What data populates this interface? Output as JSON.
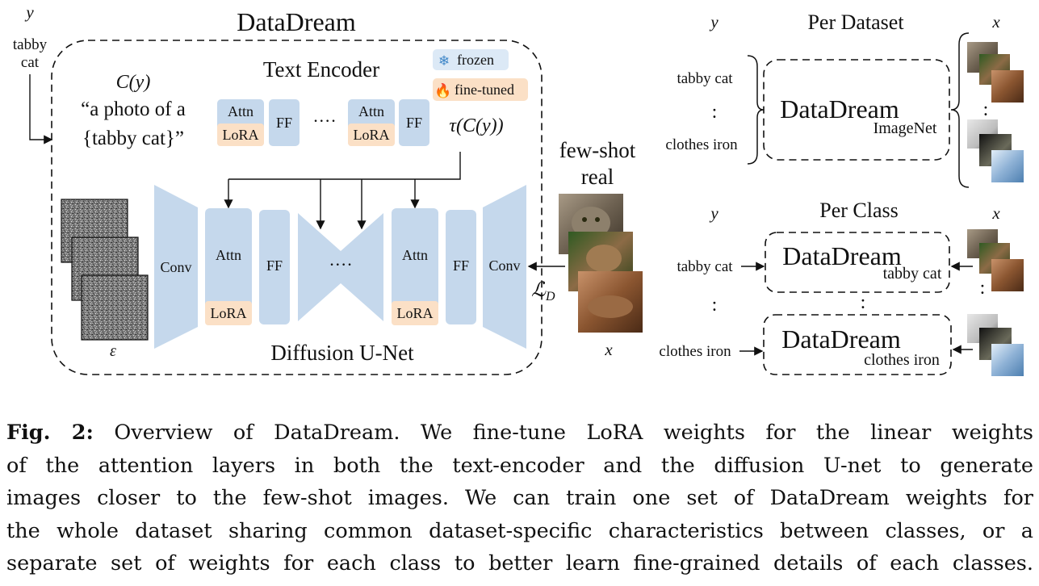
{
  "figure": {
    "title": "DataDream",
    "y_label": "y",
    "y_input": [
      "tabby",
      "cat"
    ],
    "cy": "C(y)",
    "prompt_line1": "“a photo of a",
    "prompt_line2": "{tabby cat}”",
    "text_encoder_title": "Text Encoder",
    "legend_frozen": "frozen",
    "legend_finetuned": "fine-tuned",
    "attn": "Attn",
    "lora": "LoRA",
    "ff": "FF",
    "ellipsis": "····",
    "tau": "τ(C(y))",
    "conv": "Conv",
    "unet_title": "Diffusion U-Net",
    "epsilon": "ε",
    "few_shot_line1": "few-shot",
    "few_shot_line2": "real",
    "loss": "ℒ",
    "loss_sub": "D",
    "x_label": "x",
    "per_dataset_title": "Per Dataset",
    "per_class_title": "Per Class",
    "class_tabby": "tabby cat",
    "class_iron": "clothes iron",
    "colon": ":",
    "dd_name": "DataDream",
    "dd_imagenet": "ImageNet",
    "dd_tabby": "tabby cat",
    "dd_iron": "clothes iron"
  },
  "caption": {
    "label": "Fig. 2:",
    "lines": [
      " Overview of DataDream. We fine-tune LoRA weights for the linear weights",
      "of the attention layers in both the text-encoder and the diffusion U-net to generate",
      "images closer to the few-shot images. We can train one set of DataDream weights for",
      "the whole dataset sharing common dataset-specific characteristics between classes, or a",
      "separate set of weights for each class to better learn fine-grained details of each classes."
    ]
  },
  "colors": {
    "blue_block": "#c5d8ec",
    "lora_peach": "#fbe0c6",
    "legend_blue": "#dce9f6",
    "line": "#111111"
  }
}
